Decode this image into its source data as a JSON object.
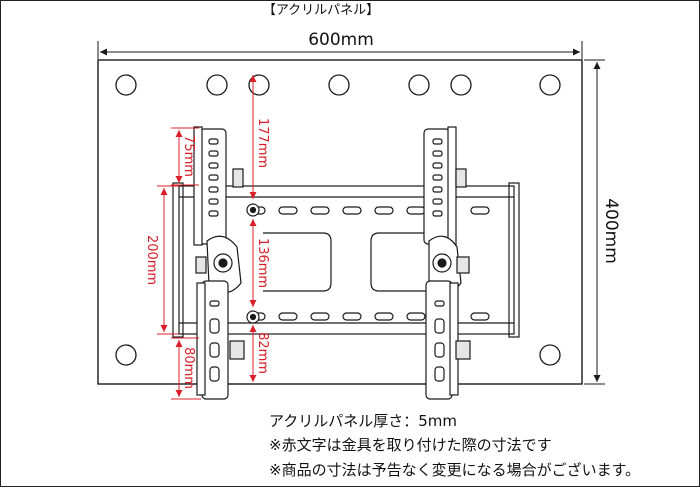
{
  "title": "【アクリルパネル】",
  "dimensions": {
    "width": "600mm",
    "height": "400mm",
    "hole_vertical": "177mm",
    "top_to_bracket": "75mm",
    "bracket_span": "200mm",
    "bracket_bottom": "80mm",
    "hole_span": "136mm",
    "hole_bottom": "82mm"
  },
  "notes": {
    "thickness": "アクリルパネル厚さ：5mm",
    "red_text_note": "※赤文字は金具を取り付けた際の寸法です",
    "disclaimer": "※商品の寸法は予告なく変更になる場合がございます。"
  },
  "colors": {
    "line": "#1a1a1a",
    "dimension_red": "#d9202a",
    "panel_fill": "#ffffff"
  }
}
